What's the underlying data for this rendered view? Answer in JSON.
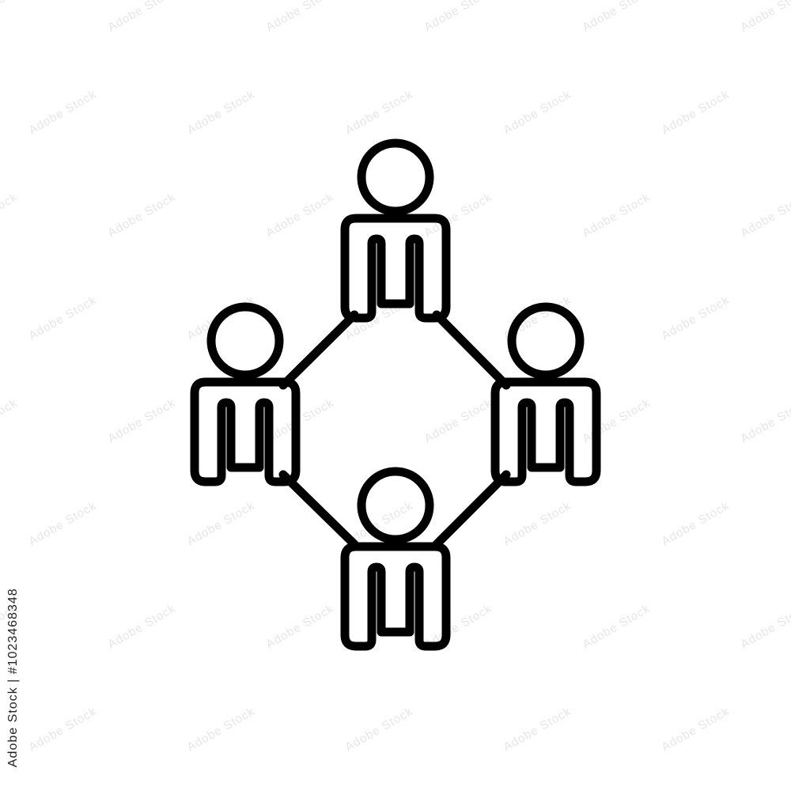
{
  "image": {
    "background": "#ffffff",
    "icon_color": "#000000",
    "icon_name": "team-network-icon",
    "people_count": 4,
    "connector_count": 4
  },
  "watermark": {
    "text": "Adobe Stock",
    "color": "#e6e6e6"
  },
  "side_label": {
    "text": "Adobe Stock | #1023468348",
    "color": "#222222"
  }
}
